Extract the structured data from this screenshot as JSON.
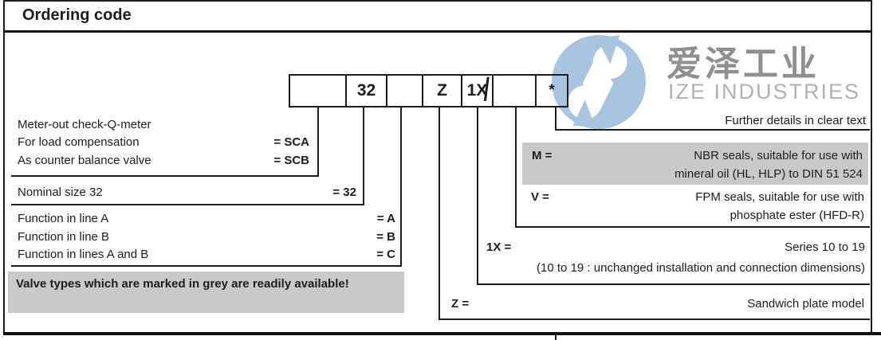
{
  "title": "Ordering code",
  "logo": {
    "company_cn": "爱泽工业",
    "company_en": "IZE INDUSTRIES"
  },
  "code_row": {
    "cells": [
      "",
      "32",
      "",
      "Z",
      "1X",
      "",
      "*"
    ],
    "separator": "/"
  },
  "left": {
    "block1": {
      "row1_label": "Meter-out check-Q-meter",
      "row2_label": "For load compensation",
      "row2_value": "= SCA",
      "row3_label": "As counter balance valve",
      "row3_value": "= SCB"
    },
    "block2": {
      "row1_label": "Nominal size 32",
      "row1_value": "= 32"
    },
    "block3": {
      "row1_label": "Function in line A",
      "row1_value": "= A",
      "row2_label": "Function in line B",
      "row2_value": "= B",
      "row3_label": "Function in lines A and B",
      "row3_value": "= C"
    },
    "note": "Valve types which are marked in grey are readily available!"
  },
  "right": {
    "further_details": "Further details in clear text",
    "seal_m": {
      "code": "M =",
      "line1": "NBR seals, suitable for use with",
      "line2": "mineral oil (HL, HLP) to DIN 51 524"
    },
    "seal_v": {
      "code": "V =",
      "line1": "FPM seals, suitable for use with",
      "line2": "phosphate ester (HFD-R)"
    },
    "series": {
      "code": "1X =",
      "line1": "Series 10 to 19",
      "line2": "(10 to 19 : unchanged installation and connection dimensions)"
    },
    "model": {
      "code": "Z =",
      "line1": "Sandwich plate model"
    }
  },
  "colors": {
    "grey_box": "#c9c9c9",
    "logo_blue": "#a9c4e1",
    "text": "#1d1d1b"
  }
}
